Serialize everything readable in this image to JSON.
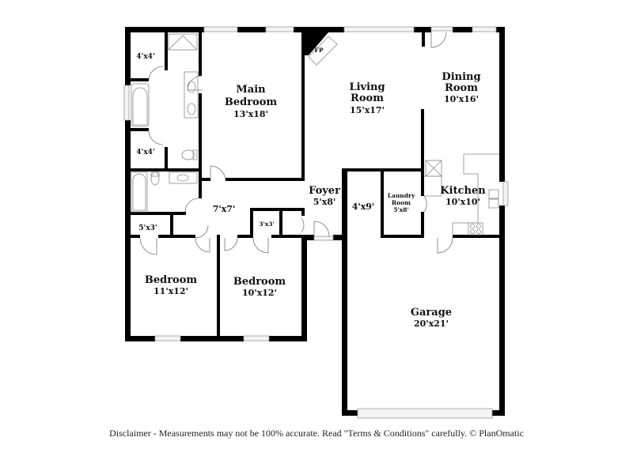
{
  "floor_plan": {
    "rooms": [
      {
        "id": "main_bedroom",
        "name_line1": "Main",
        "name_line2": "Bedroom",
        "size": "13'x18'"
      },
      {
        "id": "living_room",
        "name_line1": "Living",
        "name_line2": "Room",
        "size": "15'x17'"
      },
      {
        "id": "dining_room",
        "name_line1": "Dining",
        "name_line2": "Room",
        "size": "10'x16'"
      },
      {
        "id": "kitchen",
        "name": "Kitchen",
        "size": "10'x10'"
      },
      {
        "id": "laundry_room",
        "name_line1": "Laundry",
        "name_line2": "Room",
        "size": "5'x8'"
      },
      {
        "id": "foyer",
        "name": "Foyer",
        "size": "5'x8'"
      },
      {
        "id": "hall",
        "size": "7'x7'"
      },
      {
        "id": "bedroom_1",
        "name": "Bedroom",
        "size": "11'x12'"
      },
      {
        "id": "bedroom_2",
        "name": "Bedroom",
        "size": "10'x12'"
      },
      {
        "id": "garage",
        "name": "Garage",
        "size": "20'x21'"
      },
      {
        "id": "closet_top",
        "size": "4'x4'"
      },
      {
        "id": "closet_bottom",
        "size": "4'x4'"
      },
      {
        "id": "closet_5x3",
        "size": "5'x3'"
      },
      {
        "id": "closet_3x3",
        "size": "3'x3'"
      },
      {
        "id": "storage_4x9",
        "size": "4'x9'"
      }
    ],
    "fireplace_label": "FP"
  },
  "footer": {
    "disclaimer": "Disclaimer - Measurements may not be 100% accurate. Read \"Terms & Conditions\" carefully. © PlanOmatic"
  }
}
